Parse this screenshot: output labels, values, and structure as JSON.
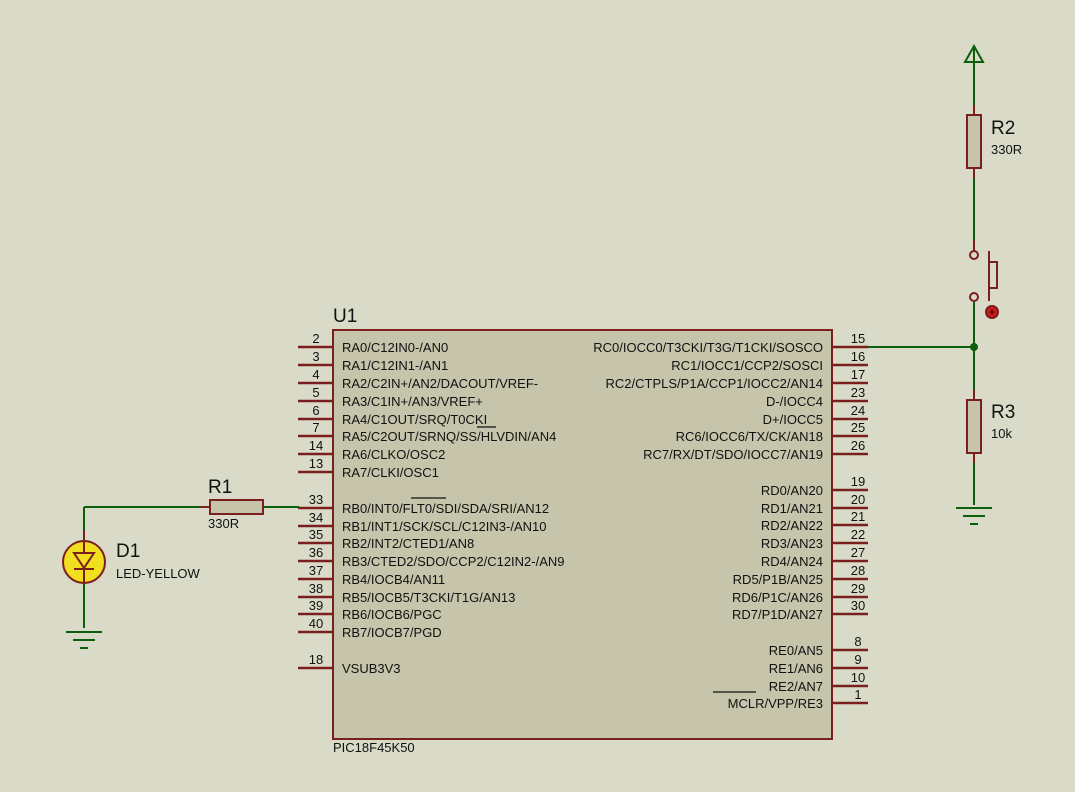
{
  "chip": {
    "ref": "U1",
    "part": "PIC18F45K50",
    "left_pins": [
      {
        "num": "2",
        "label": "RA0/C12IN0-/AN0"
      },
      {
        "num": "3",
        "label": "RA1/C12IN1-/AN1"
      },
      {
        "num": "4",
        "label": "RA2/C2IN+/AN2/DACOUT/VREF-"
      },
      {
        "num": "5",
        "label": "RA3/C1IN+/AN3/VREF+"
      },
      {
        "num": "6",
        "label": "RA4/C1OUT/SRQ/T0CKI"
      },
      {
        "num": "7",
        "label": "RA5/C2OUT/SRNQ/SS/HLVDIN/AN4"
      },
      {
        "num": "14",
        "label": "RA6/CLKO/OSC2"
      },
      {
        "num": "13",
        "label": "RA7/CLKI/OSC1"
      },
      {
        "num": "33",
        "label": "RB0/INT0/FLT0/SDI/SDA/SRI/AN12"
      },
      {
        "num": "34",
        "label": "RB1/INT1/SCK/SCL/C12IN3-/AN10"
      },
      {
        "num": "35",
        "label": "RB2/INT2/CTED1/AN8"
      },
      {
        "num": "36",
        "label": "RB3/CTED2/SDO/CCP2/C12IN2-/AN9"
      },
      {
        "num": "37",
        "label": "RB4/IOCB4/AN11"
      },
      {
        "num": "38",
        "label": "RB5/IOCB5/T3CKI/T1G/AN13"
      },
      {
        "num": "39",
        "label": "RB6/IOCB6/PGC"
      },
      {
        "num": "40",
        "label": "RB7/IOCB7/PGD"
      },
      {
        "num": "18",
        "label": "VSUB3V3"
      }
    ],
    "right_pins": [
      {
        "num": "15",
        "label": "RC0/IOCC0/T3CKI/T3G/T1CKI/SOSCO"
      },
      {
        "num": "16",
        "label": "RC1/IOCC1/CCP2/SOSCI"
      },
      {
        "num": "17",
        "label": "RC2/CTPLS/P1A/CCP1/IOCC2/AN14"
      },
      {
        "num": "23",
        "label": "D-/IOCC4"
      },
      {
        "num": "24",
        "label": "D+/IOCC5"
      },
      {
        "num": "25",
        "label": "RC6/IOCC6/TX/CK/AN18"
      },
      {
        "num": "26",
        "label": "RC7/RX/DT/SDO/IOCC7/AN19"
      },
      {
        "num": "19",
        "label": "RD0/AN20"
      },
      {
        "num": "20",
        "label": "RD1/AN21"
      },
      {
        "num": "21",
        "label": "RD2/AN22"
      },
      {
        "num": "22",
        "label": "RD3/AN23"
      },
      {
        "num": "27",
        "label": "RD4/AN24"
      },
      {
        "num": "28",
        "label": "RD5/P1B/AN25"
      },
      {
        "num": "29",
        "label": "RD6/P1C/AN26"
      },
      {
        "num": "30",
        "label": "RD7/P1D/AN27"
      },
      {
        "num": "8",
        "label": "RE0/AN5"
      },
      {
        "num": "9",
        "label": "RE1/AN6"
      },
      {
        "num": "10",
        "label": "RE2/AN7"
      },
      {
        "num": "1",
        "label": "MCLR/VPP/RE3"
      }
    ]
  },
  "components": {
    "r1": {
      "ref": "R1",
      "value": "330R"
    },
    "r2": {
      "ref": "R2",
      "value": "330R"
    },
    "r3": {
      "ref": "R3",
      "value": "10k"
    },
    "d1": {
      "ref": "D1",
      "value": "LED-YELLOW"
    }
  },
  "colors": {
    "background": "#d9dbc8",
    "chip_fill": "#c6c5ab",
    "outline": "#7a1e1e",
    "wire": "#0b5e0b",
    "text": "#111111",
    "led": "#f0e020"
  }
}
